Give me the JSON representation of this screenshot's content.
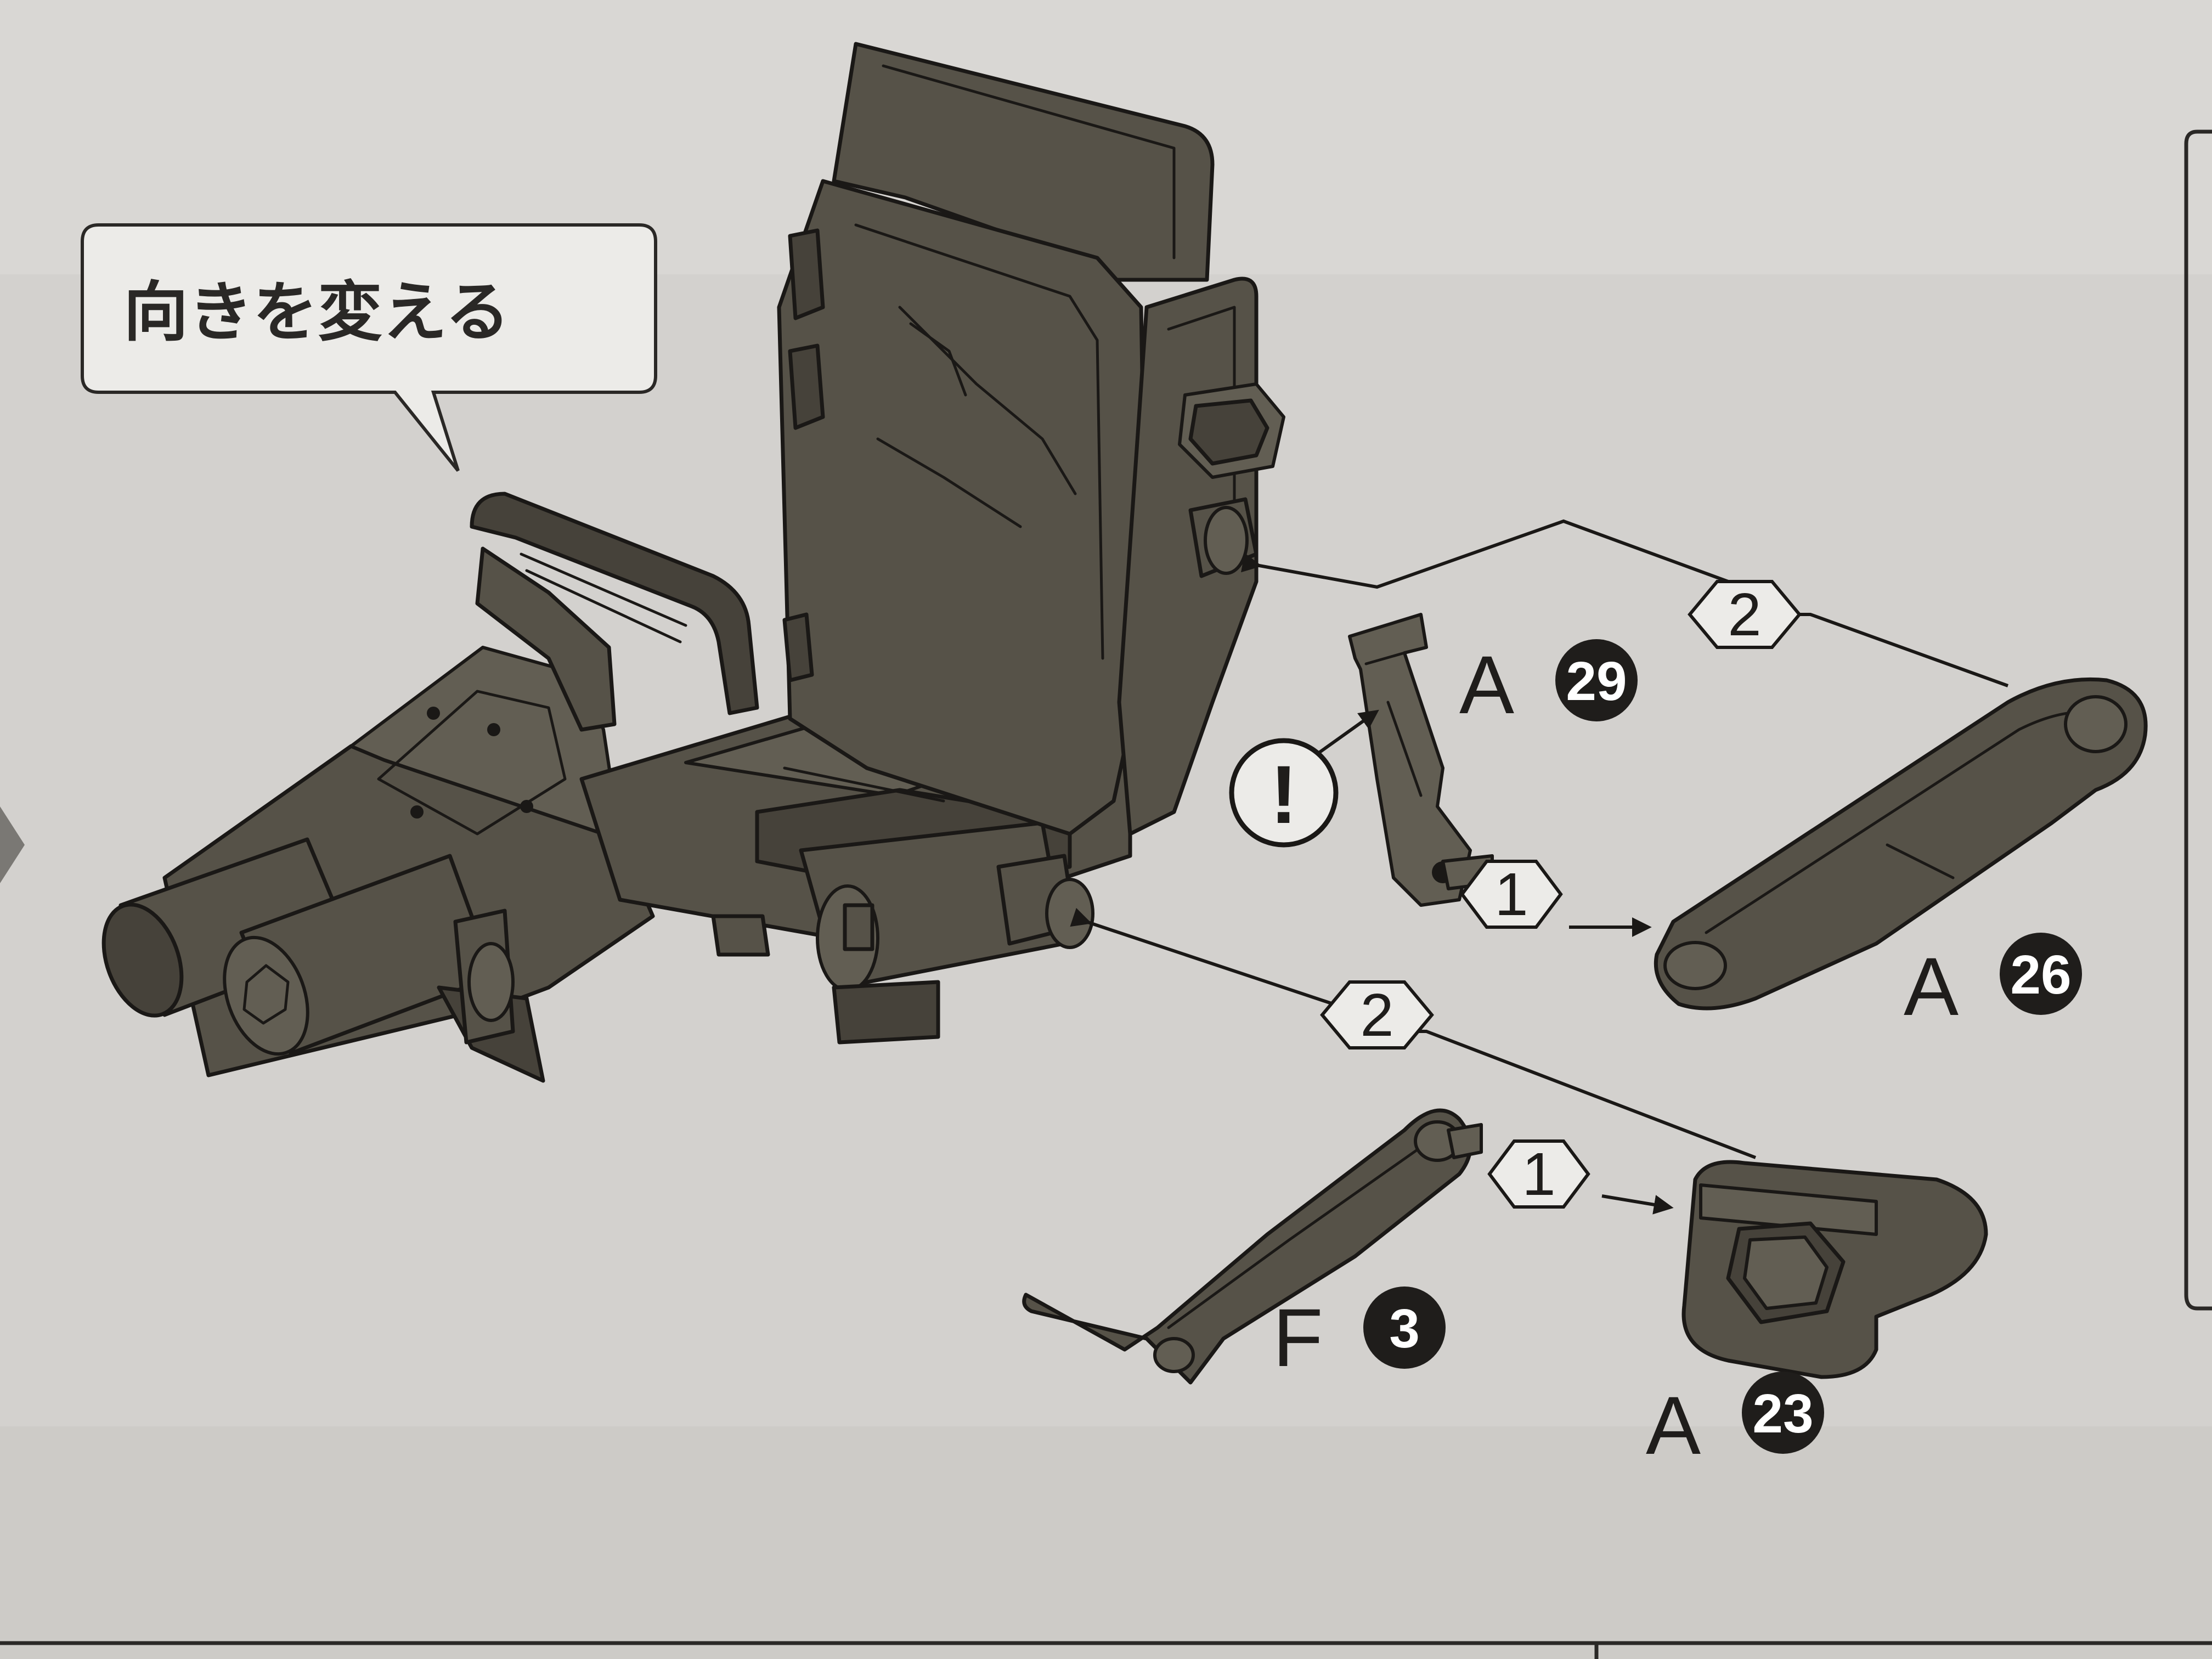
{
  "callout": {
    "text": "向きを変える"
  },
  "parts": [
    {
      "letter": "A",
      "number": "29"
    },
    {
      "letter": "A",
      "number": "26"
    },
    {
      "letter": "F",
      "number": "3"
    },
    {
      "letter": "A",
      "number": "23"
    }
  ],
  "steps": {
    "first": "1",
    "second": "2"
  },
  "caution": {
    "mark": "!"
  }
}
